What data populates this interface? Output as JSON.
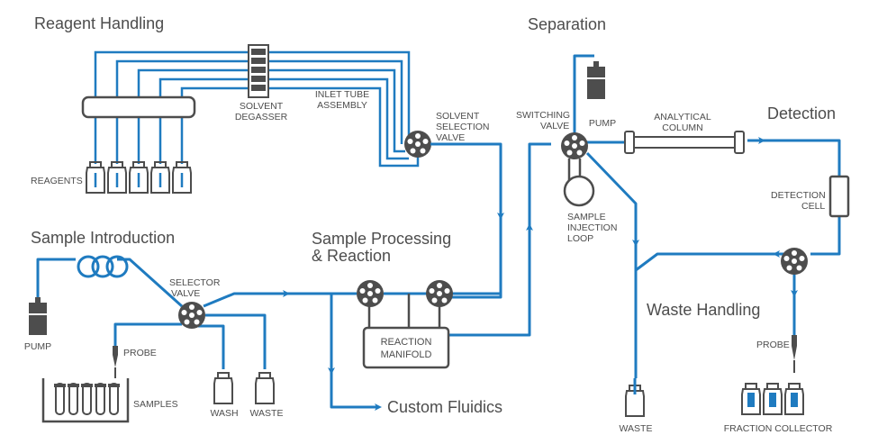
{
  "sections": {
    "reagent_handling": "Reagent Handling",
    "separation": "Separation",
    "detection": "Detection",
    "sample_introduction": "Sample Introduction",
    "sample_processing_1": "Sample Processing",
    "sample_processing_2": "& Reaction",
    "waste_handling": "Waste Handling",
    "custom_fluidics": "Custom Fluidics"
  },
  "labels": {
    "solvent_degasser_1": "SOLVENT",
    "solvent_degasser_2": "DEGASSER",
    "inlet_tube_1": "INLET TUBE",
    "inlet_tube_2": "ASSEMBLY",
    "solvent_selection_1": "SOLVENT",
    "solvent_selection_2": "SELECTION",
    "solvent_selection_3": "VALVE",
    "reagents": "REAGENTS",
    "switching_1": "SWITCHING",
    "switching_2": "VALVE",
    "pump_top": "PUMP",
    "analytical_1": "ANALYTICAL",
    "analytical_2": "COLUMN",
    "sample_loop_1": "SAMPLE",
    "sample_loop_2": "INJECTION",
    "sample_loop_3": "LOOP",
    "detection_cell_1": "DETECTION",
    "detection_cell_2": "CELL",
    "selector_1": "SELECTOR",
    "selector_2": "VALVE",
    "pump_left": "PUMP",
    "probe_left": "PROBE",
    "samples": "SAMPLES",
    "wash": "WASH",
    "waste_left": "WASTE",
    "reaction_1": "REACTION",
    "reaction_2": "MANIFOLD",
    "waste_center": "WASTE",
    "probe_right": "PROBE",
    "fraction_collector": "FRACTION COLLECTOR"
  },
  "colors": {
    "tubing": "#1f7bc0",
    "hardware": "#4d4d4d"
  }
}
